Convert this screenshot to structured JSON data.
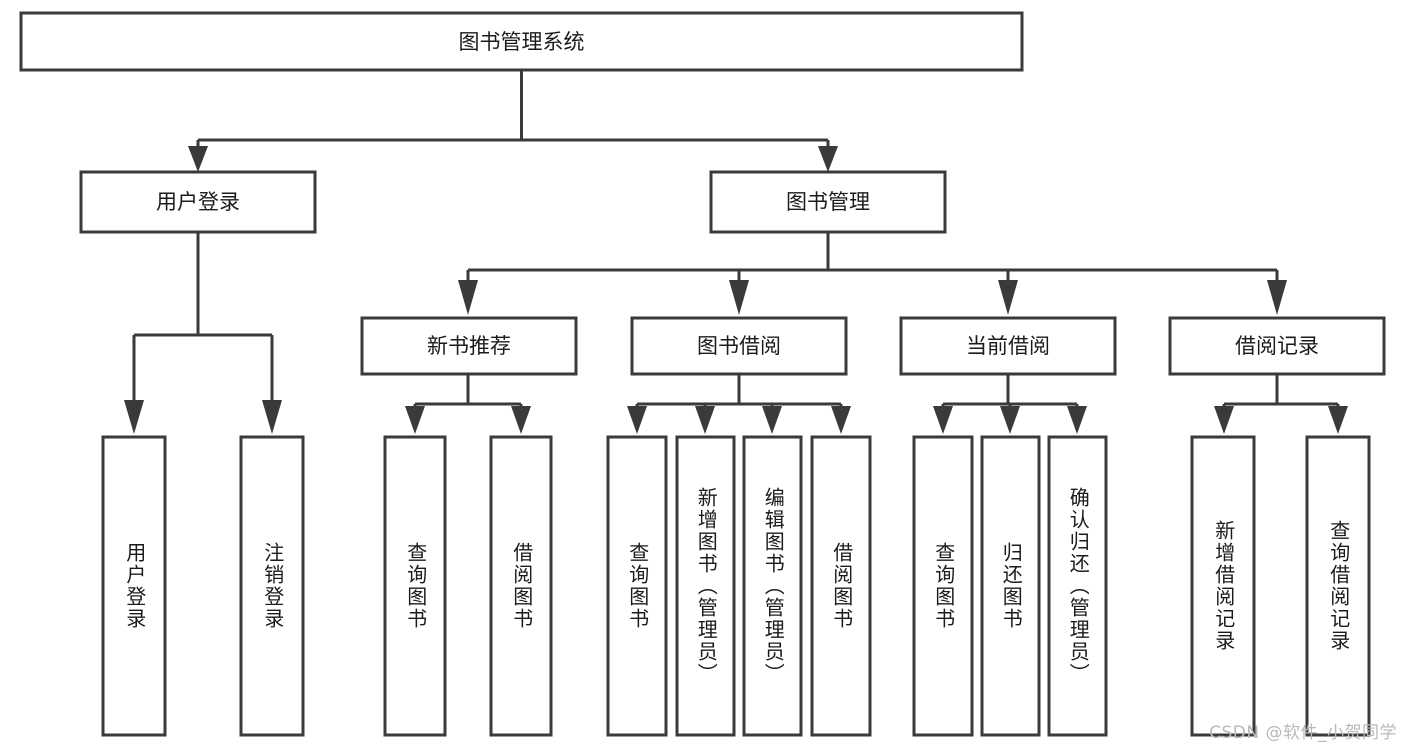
{
  "diagram": {
    "type": "tree-hierarchy-chart",
    "title": "图书管理系统",
    "orientation": "top-down",
    "colors": {
      "box_stroke": "#3a3a3a",
      "box_fill": "#ffffff",
      "connector": "#3a3a3a",
      "text": "#1b1b1b",
      "watermark": "#b9b9b9",
      "background": "#ffffff"
    },
    "root": {
      "label": "图书管理系统",
      "level": 0
    },
    "level1": [
      {
        "label": "用户登录"
      },
      {
        "label": "图书管理"
      }
    ],
    "level2": [
      {
        "label": "新书推荐"
      },
      {
        "label": "图书借阅"
      },
      {
        "label": "当前借阅"
      },
      {
        "label": "借阅记录"
      }
    ],
    "leaves_user_login": [
      {
        "label": "用户登录"
      },
      {
        "label": "注销登录"
      }
    ],
    "leaves_new_book": [
      {
        "label": "查询图书"
      },
      {
        "label": "借阅图书"
      }
    ],
    "leaves_borrow": [
      {
        "label": "查询图书"
      },
      {
        "label": "新增图书（管理员）"
      },
      {
        "label": "编辑图书（管理员）"
      },
      {
        "label": "借阅图书"
      }
    ],
    "leaves_current": [
      {
        "label": "查询图书"
      },
      {
        "label": "归还图书"
      },
      {
        "label": "确认归还（管理员）"
      }
    ],
    "leaves_records": [
      {
        "label": "新增借阅记录"
      },
      {
        "label": "查询借阅记录"
      }
    ],
    "watermark": "CSDN @软件_小贺同学"
  }
}
